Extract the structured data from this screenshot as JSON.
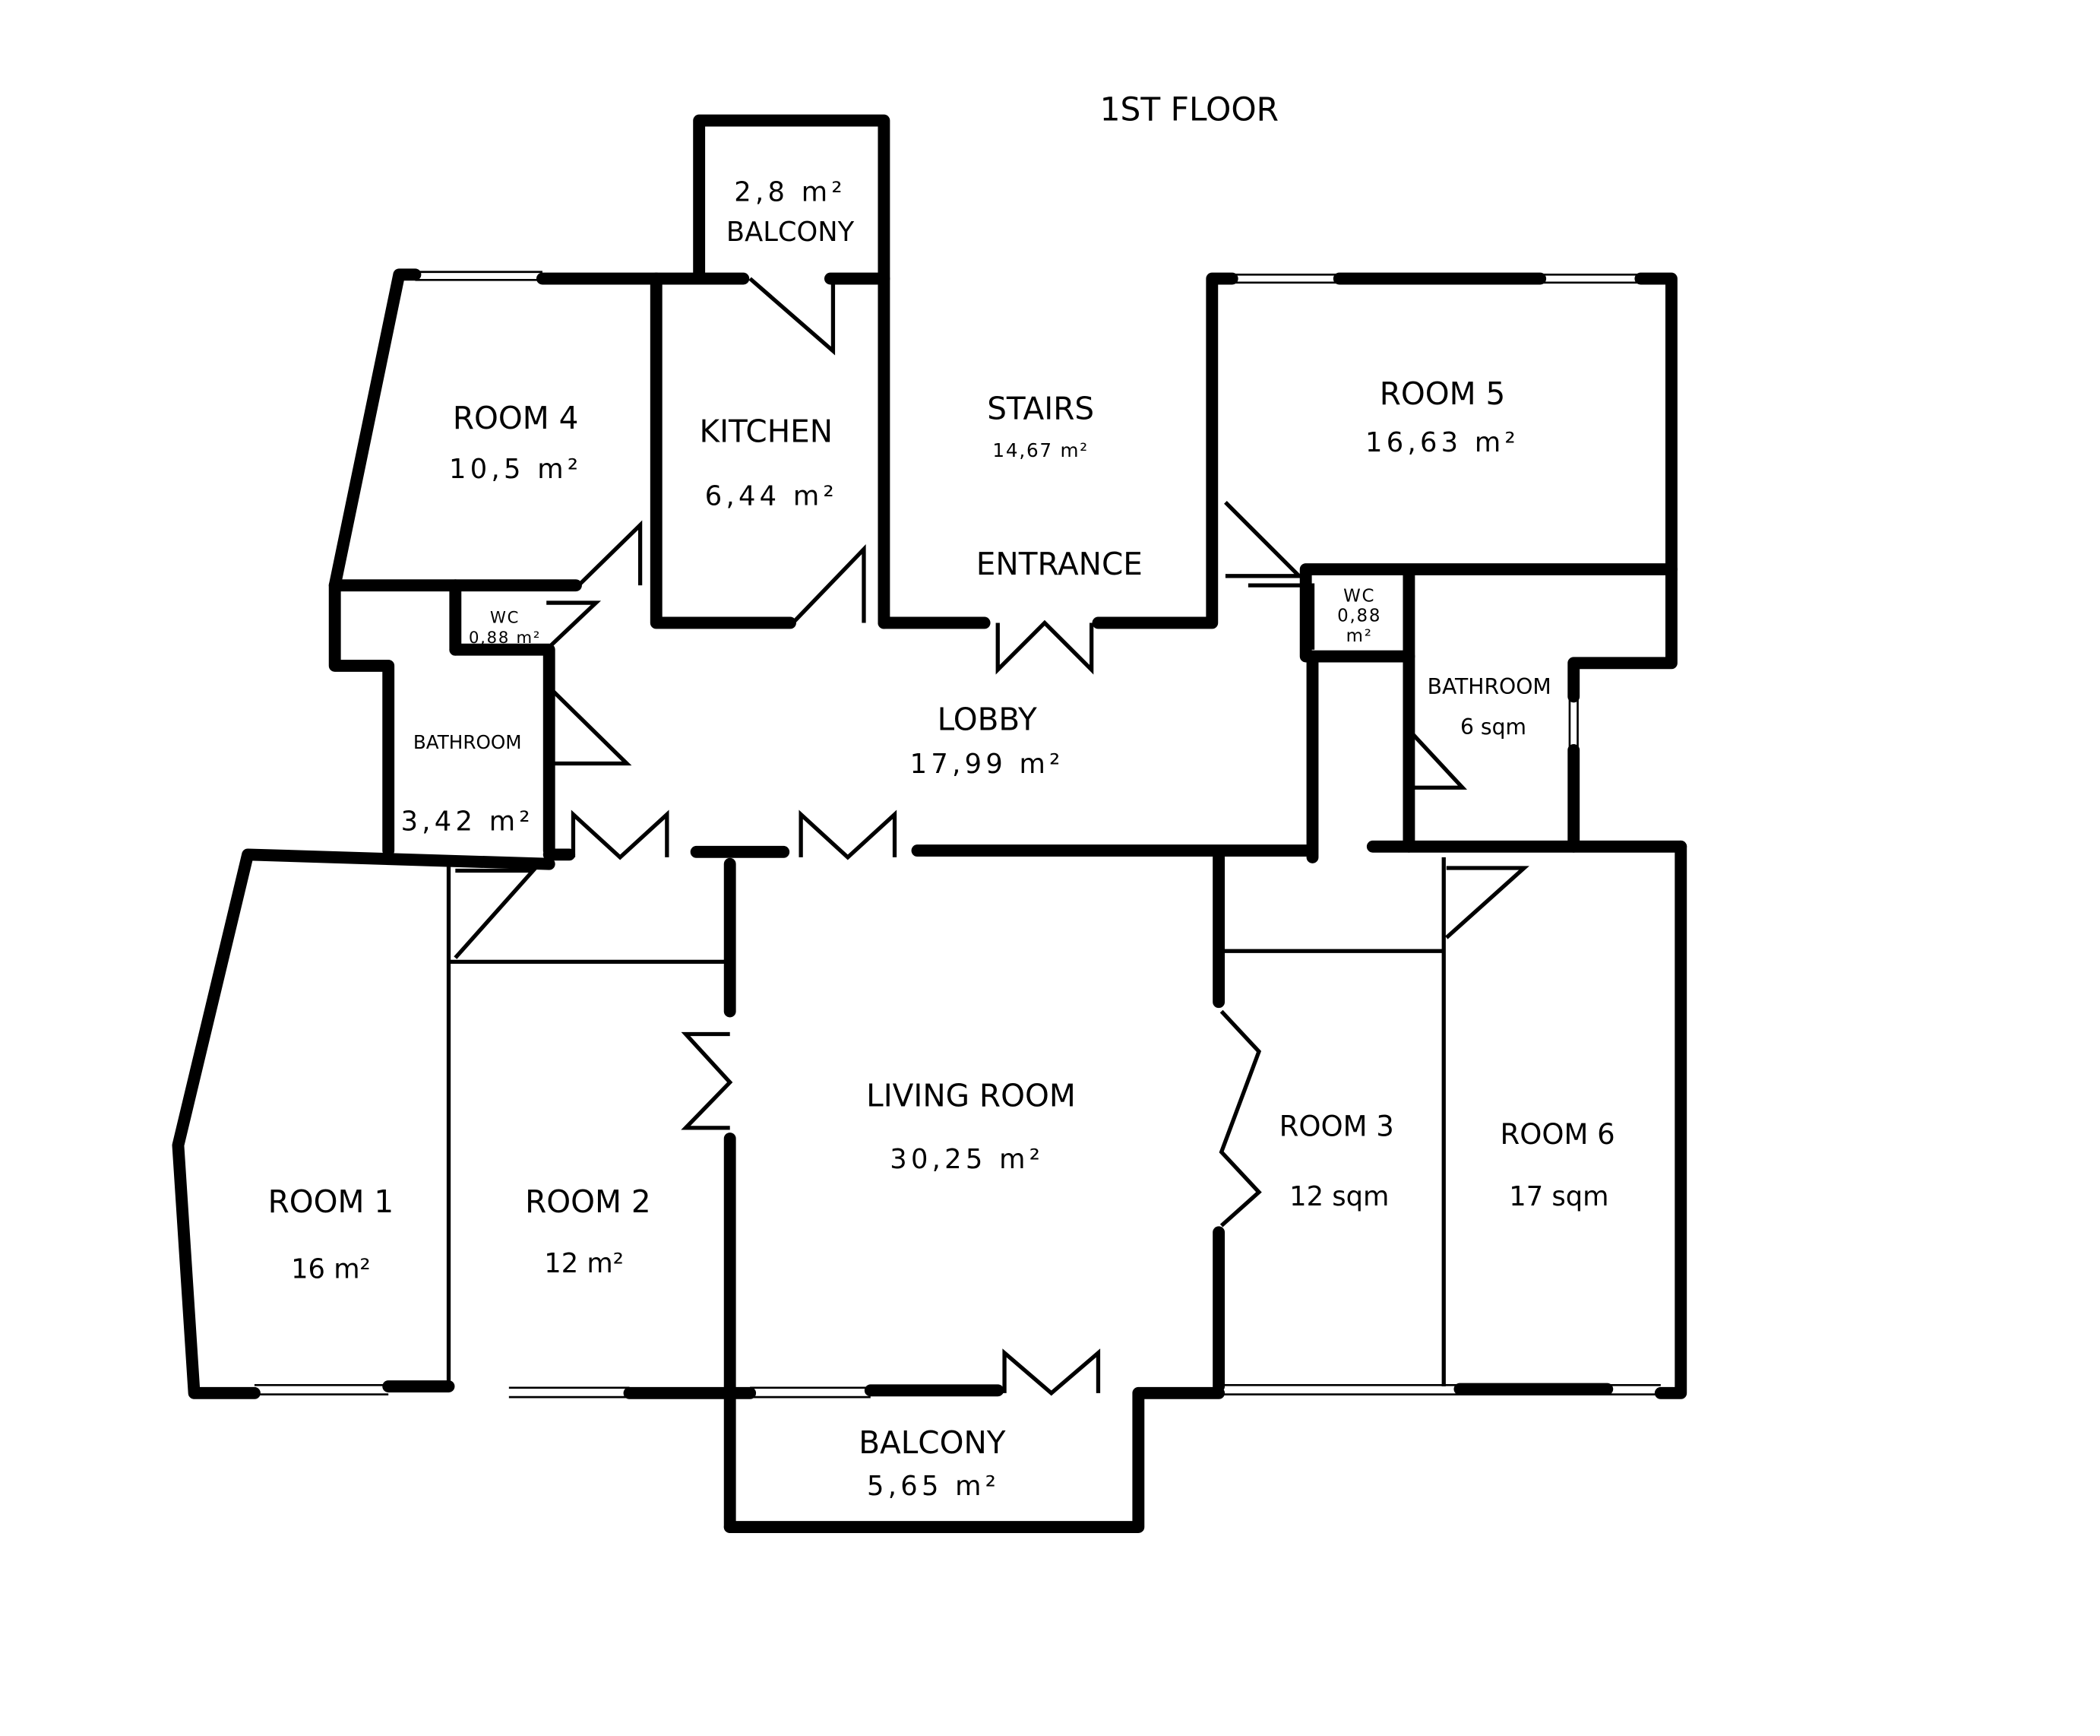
{
  "title": "1ST FLOOR",
  "rooms": {
    "balcony_top": {
      "name": "BALCONY",
      "area": "2,8 m²"
    },
    "room4": {
      "name": "ROOM 4",
      "area": "10,5 m²"
    },
    "kitchen": {
      "name": "KITCHEN",
      "area": "6,44 m²"
    },
    "stairs": {
      "name": "STAIRS",
      "area": "14,67 m²"
    },
    "entrance": {
      "name": "ENTRANCE"
    },
    "room5": {
      "name": "ROOM 5",
      "area": "16,63 m²"
    },
    "wc_left": {
      "name": "WC",
      "area": "0,88 m²"
    },
    "wc_right": {
      "name": "WC",
      "area_num": "0,88",
      "area_unit": "m²"
    },
    "bathroom_left": {
      "name": "BATHROOM",
      "area": "3,42 m²"
    },
    "bathroom_right": {
      "name": "BATHROOM",
      "area": "6 sqm"
    },
    "lobby": {
      "name": "LOBBY",
      "area": "17,99 m²"
    },
    "living_room": {
      "name": "LIVING ROOM",
      "area": "30,25 m²"
    },
    "room1": {
      "name": "ROOM 1",
      "area": "16 m²"
    },
    "room2": {
      "name": "ROOM 2",
      "area": "12 m²"
    },
    "room3": {
      "name": "ROOM 3",
      "area": "12 sqm"
    },
    "room6": {
      "name": "ROOM 6",
      "area": "17 sqm"
    },
    "balcony_bottom": {
      "name": "BALCONY",
      "area": "5,65 m²"
    }
  }
}
